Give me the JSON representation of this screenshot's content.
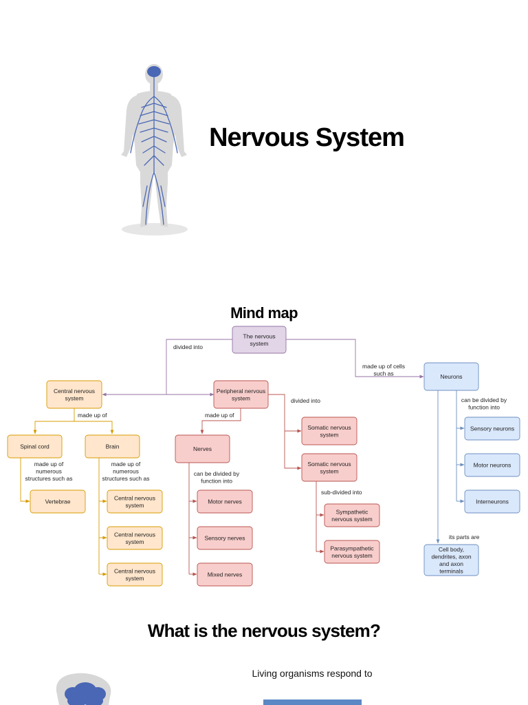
{
  "header": {
    "title": "Nervous System"
  },
  "mindmap": {
    "heading": "Mind map",
    "colors": {
      "purple_fill": "#e1d5e7",
      "purple_stroke": "#9673a6",
      "orange_fill": "#ffe6cc",
      "orange_stroke": "#d79b00",
      "red_fill": "#f8cecc",
      "red_stroke": "#b85450",
      "blue_fill": "#dae8fc",
      "blue_stroke": "#6c8ebf"
    },
    "nodes": {
      "root": [
        "The nervous",
        "system"
      ],
      "cns": [
        "Central nervous",
        "system"
      ],
      "pns": [
        "Peripheral nervous",
        "system"
      ],
      "neurons": [
        "Neurons"
      ],
      "spinal_cord": [
        "Spinal cord"
      ],
      "brain": [
        "Brain"
      ],
      "vertebrae": [
        "Vertebrae"
      ],
      "brain_part_1": [
        "Central nervous",
        "system"
      ],
      "brain_part_2": [
        "Central nervous",
        "system"
      ],
      "brain_part_3": [
        "Central nervous",
        "system"
      ],
      "nerves": [
        "Nerves"
      ],
      "motor_nerves": [
        "Motor nerves"
      ],
      "sensory_nerves": [
        "Sensory nerves"
      ],
      "mixed_nerves": [
        "Mixed nerves"
      ],
      "somatic_1": [
        "Somatic nervous",
        "system"
      ],
      "somatic_2": [
        "Somatic nervous",
        "system"
      ],
      "sympathetic": [
        "Sympathetic",
        "nervous system"
      ],
      "parasympathetic": [
        "Parasympathetic",
        "nervous system"
      ],
      "sensory_neurons": [
        "Sensory neurons"
      ],
      "motor_neurons": [
        "Motor neurons"
      ],
      "interneurons": [
        "Interneurons"
      ],
      "cell_parts": [
        "Cell body,",
        "dendrites, axon",
        "and axon",
        "terminals"
      ]
    },
    "edge_labels": {
      "divided_into_root": [
        "divided into"
      ],
      "made_up_of_cells": [
        "made up of cells",
        "such as"
      ],
      "made_up_of_cns": [
        "made up of"
      ],
      "made_up_of_pns": [
        "made up of"
      ],
      "divided_into_pns": [
        "divided into"
      ],
      "spinal_made_up": [
        "made up of",
        "numerous",
        "structures such as"
      ],
      "brain_made_up": [
        "made up of",
        "numerous",
        "structures such as"
      ],
      "nerves_divided": [
        "can be divided by",
        "function into"
      ],
      "sub_divided": [
        "sub-divided into"
      ],
      "neurons_divided": [
        "can be divided by",
        "function into"
      ],
      "its_parts": [
        "its parts are"
      ]
    }
  },
  "section": {
    "heading": "What is the nervous system?",
    "text": "Living organisms respond to"
  },
  "icons": {
    "body": "human-nervous-system-figure",
    "head": "head-brain-icon"
  }
}
